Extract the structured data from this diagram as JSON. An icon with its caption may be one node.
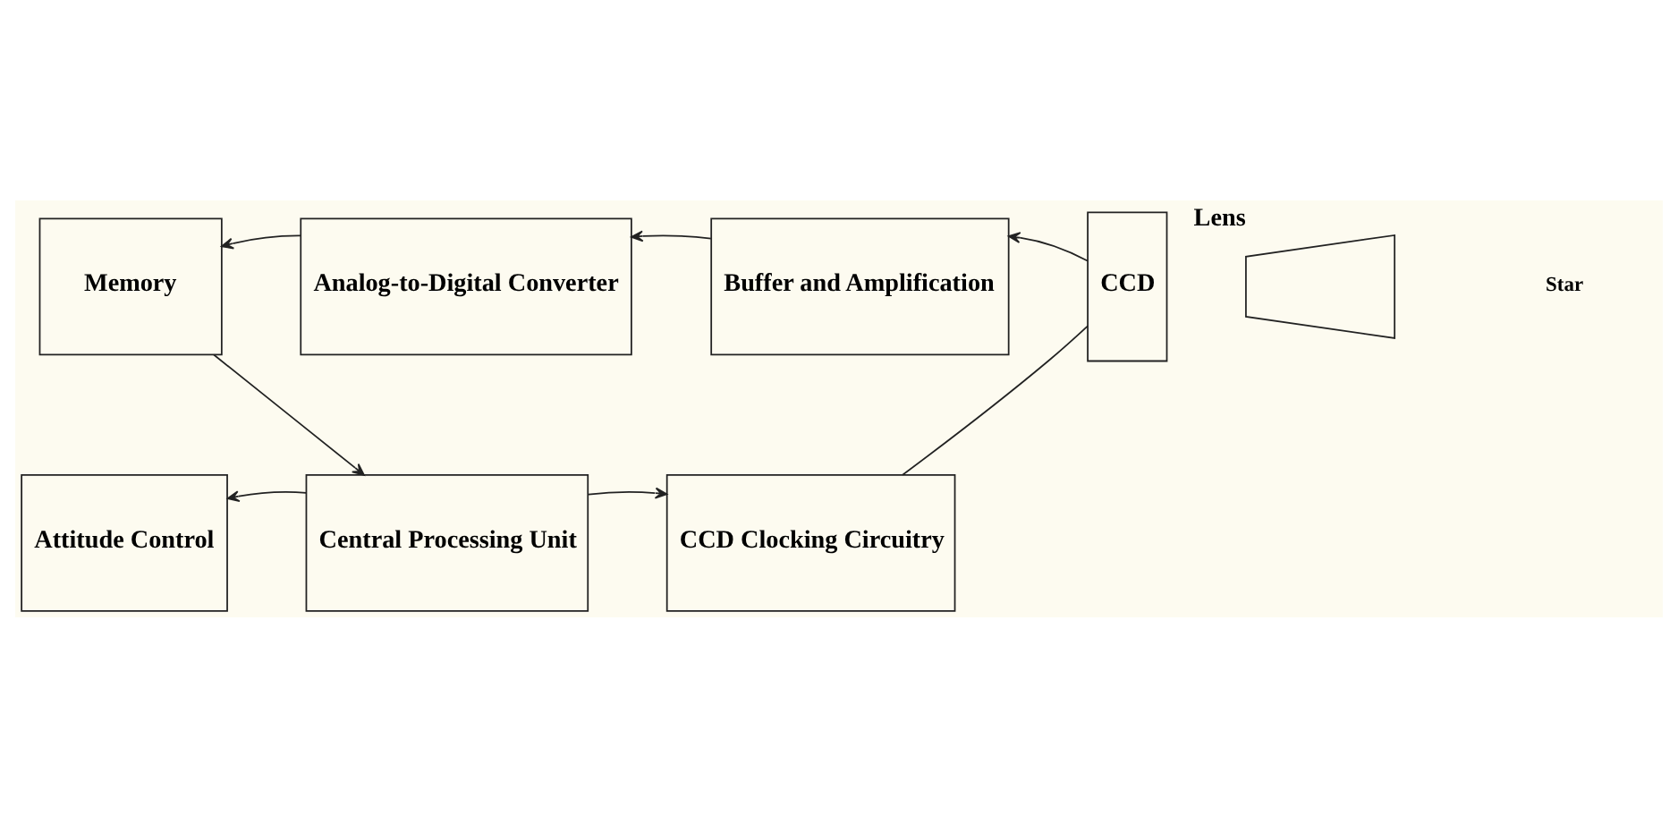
{
  "diagram": {
    "nodes": [
      {
        "text": [
          "Memory"
        ]
      },
      {
        "text": [
          "Analog-to-Digital Converter"
        ]
      },
      {
        "text": [
          "Buffer and Amplification"
        ]
      },
      {
        "text": [
          "CCD"
        ]
      },
      {
        "text": [],
        "shape": "trapezoid",
        "beside": [
          "Lens"
        ]
      },
      {
        "text": [
          "Attitude Control"
        ]
      },
      {
        "text": [
          "Central Processing Unit"
        ]
      },
      {
        "text": [
          "CCD Clocking Circuitry"
        ]
      }
    ],
    "edges": [
      {
        "from": 3,
        "to": 2,
        "arrow": "to"
      },
      {
        "from": 2,
        "to": 1,
        "arrow": "to"
      },
      {
        "from": 1,
        "to": 0,
        "arrow": "to"
      },
      {
        "from": 0,
        "to": 6,
        "arrow": "to"
      },
      {
        "from": 6,
        "to": 5,
        "arrow": "to"
      },
      {
        "from": 6,
        "to": 7,
        "arrow": "to"
      },
      {
        "from": 7,
        "to": 3,
        "arrow": "none"
      }
    ],
    "labels": [
      "Star"
    ]
  }
}
